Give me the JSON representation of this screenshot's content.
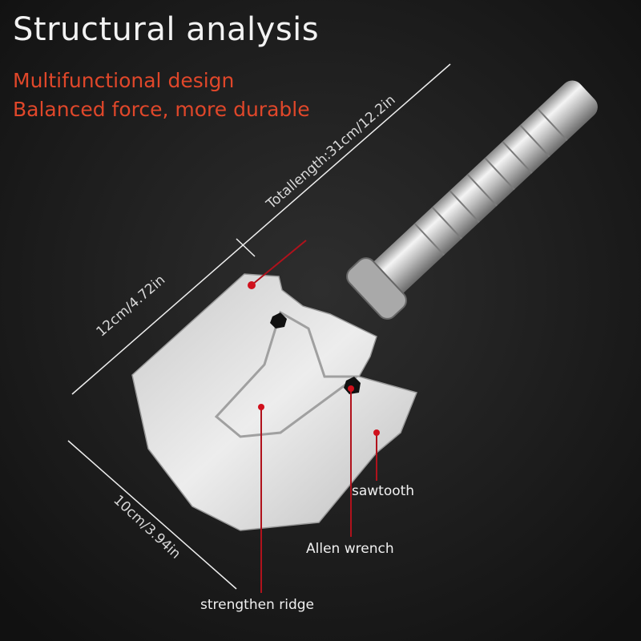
{
  "header": {
    "title": "Structural analysis",
    "subtitle_1": "Multifunctional design",
    "subtitle_2": "Balanced force, more durable"
  },
  "dimensions": {
    "total_length": "Totallength:31cm/12.2in",
    "blade_length": "12cm/4.72in",
    "blade_width": "10cm/3.94in"
  },
  "callouts": {
    "sawtooth": "sawtooth",
    "allen_wrench": "Allen wrench",
    "strengthen_ridge": "strengthen ridge"
  },
  "colors": {
    "accent": "#e0472a",
    "callout_line": "#b0121c",
    "background": "#1b1b1b"
  }
}
